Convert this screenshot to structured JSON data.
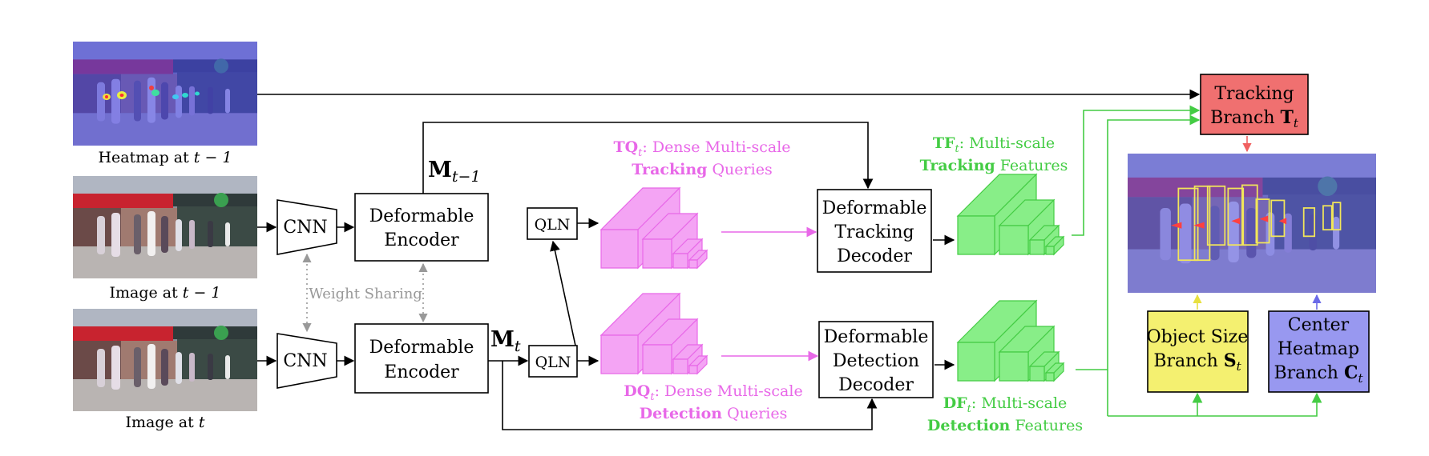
{
  "colors": {
    "pink": "#e868e8",
    "pink_fill": "#f4a4f4",
    "green": "#44cc44",
    "green_fill": "#88ee88",
    "gray": "#999999",
    "red_box": "#f07070",
    "yellow_box": "#f4f070",
    "blue_box": "#9898f0",
    "heatmap_tint": "#5a5ae0",
    "bbox_yellow": "#f2e65a"
  },
  "images": {
    "heatmap_prev": {
      "caption_text": "Heatmap at ",
      "caption_math": "t − 1"
    },
    "image_prev": {
      "caption_text": "Image at ",
      "caption_math": "t − 1"
    },
    "image_cur": {
      "caption_text": "Image at ",
      "caption_math": "t"
    },
    "output": {
      "icon": "tracking-output-image"
    }
  },
  "blocks": {
    "cnn": "CNN",
    "encoder_line1": "Deformable",
    "encoder_line2": "Encoder",
    "qln": "QLN",
    "track_decoder": [
      "Deformable",
      "Tracking",
      "Decoder"
    ],
    "det_decoder": [
      "Deformable",
      "Detection",
      "Decoder"
    ],
    "tracking_branch_line1": "Tracking",
    "tracking_branch_line2_text": "Branch ",
    "tracking_branch_symbol": "T",
    "tracking_branch_sub": "t",
    "size_branch_line1": "Object Size",
    "size_branch_line2_text": "Branch ",
    "size_branch_symbol": "S",
    "size_branch_sub": "t",
    "center_branch_line1": "Center",
    "center_branch_line2": "Heatmap",
    "center_branch_line3_text": "Branch ",
    "center_branch_symbol": "C",
    "center_branch_sub": "t"
  },
  "labels": {
    "weight_sharing": "Weight Sharing",
    "m_prev_symbol": "M",
    "m_prev_sub": "t−1",
    "m_cur_symbol": "M",
    "m_cur_sub": "t",
    "tq_bold": "TQ",
    "tq_sub": "t",
    "tq_rest": ": Dense Multi-scale",
    "tq_line2_bold": "Tracking",
    "tq_line2_rest": " Queries",
    "dq_bold": "DQ",
    "dq_sub": "t",
    "dq_rest": ": Dense Multi-scale",
    "dq_line2_bold": "Detection",
    "dq_line2_rest": " Queries",
    "tf_bold": "TF",
    "tf_sub": "t",
    "tf_rest": ": Multi-scale",
    "tf_line2_bold": "Tracking",
    "tf_line2_rest": " Features",
    "df_bold": "DF",
    "df_sub": "t",
    "df_rest": ": Multi-scale",
    "df_line2_bold": "Detection",
    "df_line2_rest": " Features"
  }
}
